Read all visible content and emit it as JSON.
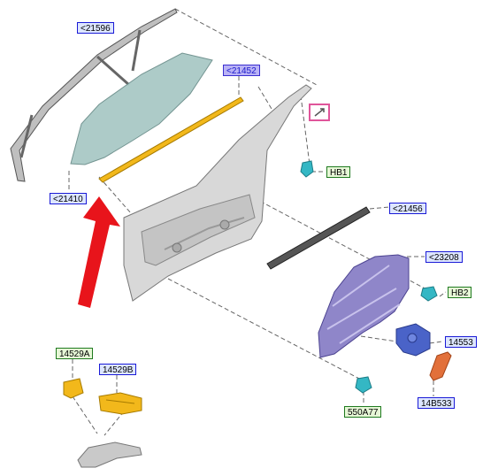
{
  "labels": {
    "glass_run": "<21596",
    "window_glass": "<21410",
    "belt_weatherstrip_inner": "<21452",
    "hb1": "HB1",
    "belt_weatherstrip_outer": "<21456",
    "window_regulator": "<23208",
    "hb2": "HB2",
    "motor": "14553",
    "module": "14B533",
    "bolt_550a77": "550A77",
    "switch_a": "14529A",
    "switch_b": "14529B"
  },
  "colors": {
    "label_blue_bg": "#dde6ff",
    "label_blue_border": "#1a1ad6",
    "label_violet_bg": "#b9b2f5",
    "label_green_bg": "#e6f7d6",
    "label_green_border": "#1f7a1f",
    "arrow_red": "#e8141b",
    "pink_box": "#e0559a",
    "glass_tint": "#a9c9c6",
    "yellow_part": "#f2b81b",
    "regulator_violet": "#8f86c9",
    "motor_blue": "#4a63c8",
    "clip_cyan": "#34b7c4",
    "module_orange": "#e2703a"
  },
  "icons": [
    "arrow-pointer-icon"
  ]
}
